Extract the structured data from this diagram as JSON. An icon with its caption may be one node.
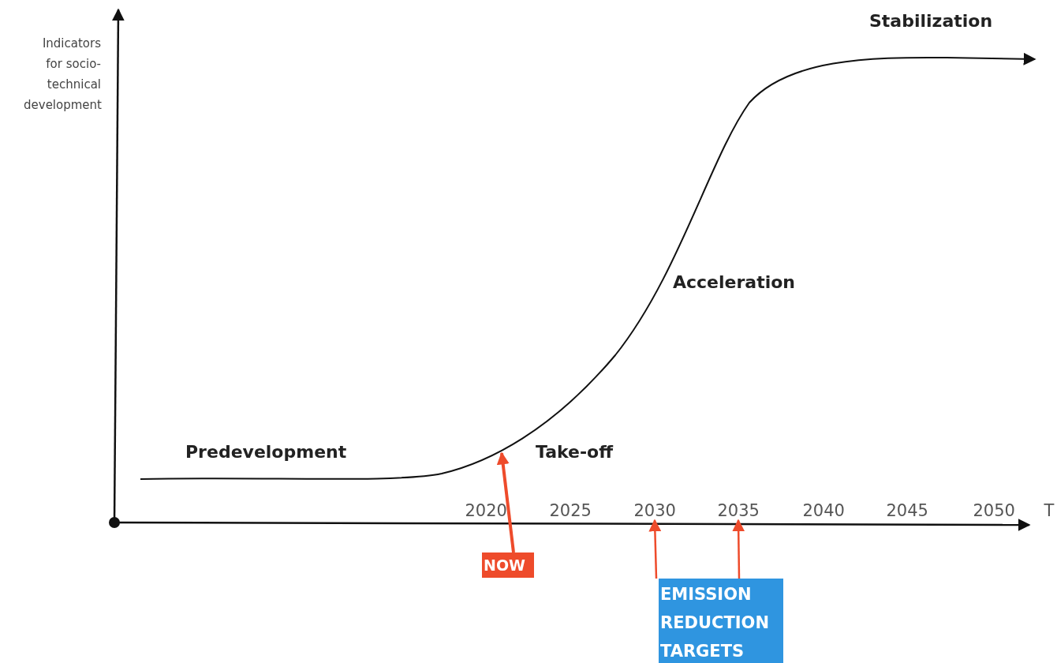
{
  "diagram": {
    "nodes": [
      {
        "text": [
          "NOW"
        ]
      },
      {
        "text": [
          "EMISSION REDUCTION TARGETS"
        ]
      },
      {
        "text": [
          "2030"
        ]
      },
      {
        "text": [
          "2035"
        ]
      }
    ],
    "edges": [
      {
        "from": 0,
        "to": null,
        "arrow": "to"
      },
      {
        "from": 1,
        "to": 2,
        "arrow": "to"
      },
      {
        "from": 1,
        "to": 3,
        "arrow": "to"
      }
    ],
    "labels": [
      "Indicators for socio-technical development",
      "Stabilization",
      "Acceleration",
      "Predevelopment",
      "Take-off",
      "2020",
      "2025",
      "2040",
      "2045",
      "2050",
      "T"
    ]
  }
}
